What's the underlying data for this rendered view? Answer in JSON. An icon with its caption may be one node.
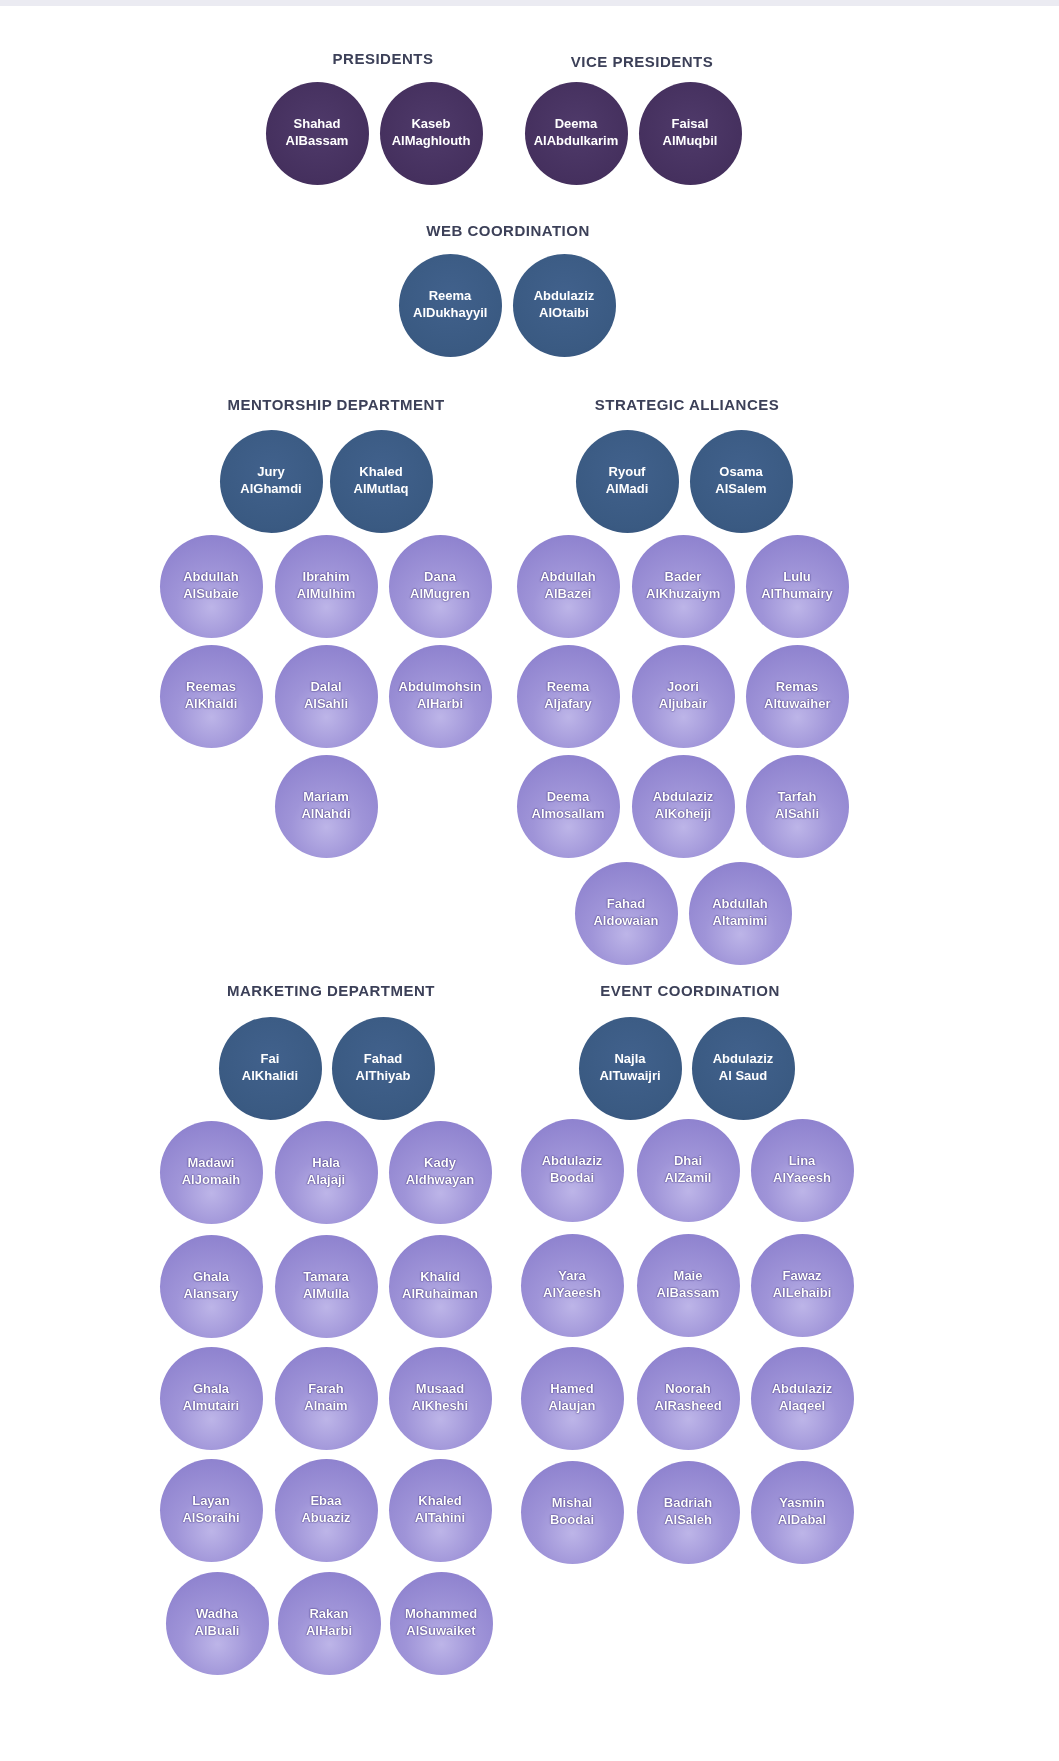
{
  "diagram": {
    "nodes": [
      {
        "text": [
          "Shahad AlBassam"
        ]
      },
      {
        "text": [
          "Kaseb AlMaghlouth"
        ]
      },
      {
        "text": [
          "Deema AlAbdulkarim"
        ]
      },
      {
        "text": [
          "Faisal AlMuqbil"
        ]
      },
      {
        "text": [
          "Reema AlDukhayyil"
        ]
      },
      {
        "text": [
          "Abdulaziz AlOtaibi"
        ]
      },
      {
        "text": [
          "Jury AlGhamdi"
        ]
      },
      {
        "text": [
          "Khaled AlMutlaq"
        ]
      },
      {
        "text": [
          "Ryouf AlMadi"
        ]
      },
      {
        "text": [
          "Osama AlSalem"
        ]
      },
      {
        "text": [
          "Abdullah AlSubaie"
        ]
      },
      {
        "text": [
          "Ibrahim AlMulhim"
        ]
      },
      {
        "text": [
          "Dana AlMugren"
        ]
      },
      {
        "text": [
          "Reemas AlKhaldi"
        ]
      },
      {
        "text": [
          "Dalal AlSahli"
        ]
      },
      {
        "text": [
          "Abdulmohsin AlHarbi"
        ]
      },
      {
        "text": [
          "Mariam AlNahdi"
        ]
      },
      {
        "text": [
          "Abdullah AlBazei"
        ]
      },
      {
        "text": [
          "Bader AlKhuzaiym"
        ]
      },
      {
        "text": [
          "Lulu AlThumairy"
        ]
      },
      {
        "text": [
          "Reema Aljafary"
        ]
      },
      {
        "text": [
          "Joori Aljubair"
        ]
      },
      {
        "text": [
          "Remas Altuwaiher"
        ]
      },
      {
        "text": [
          "Deema Almosallam"
        ]
      },
      {
        "text": [
          "Abdulaziz AlKoheiji"
        ]
      },
      {
        "text": [
          "Tarfah AlSahli"
        ]
      },
      {
        "text": [
          "Fahad Aldowaian"
        ]
      },
      {
        "text": [
          "Abdullah Altamimi"
        ]
      },
      {
        "text": [
          "Fai AlKhalidi"
        ]
      },
      {
        "text": [
          "Fahad AlThiyab"
        ]
      },
      {
        "text": [
          "Najla AlTuwaijri"
        ]
      },
      {
        "text": [
          "Abdulaziz Al Saud"
        ]
      },
      {
        "text": [
          "Madawi AlJomaih"
        ]
      },
      {
        "text": [
          "Hala Alajaji"
        ]
      },
      {
        "text": [
          "Kady Aldhwayan"
        ]
      },
      {
        "text": [
          "Ghala Alansary"
        ]
      },
      {
        "text": [
          "Tamara AlMulla"
        ]
      },
      {
        "text": [
          "Khalid AlRuhaiman"
        ]
      },
      {
        "text": [
          "Ghala Almutairi"
        ]
      },
      {
        "text": [
          "Farah Alnaim"
        ]
      },
      {
        "text": [
          "Musaad AlKheshi"
        ]
      },
      {
        "text": [
          "Layan AlSoraihi"
        ]
      },
      {
        "text": [
          "Ebaa Abuaziz"
        ]
      },
      {
        "text": [
          "Khaled AlTahini"
        ]
      },
      {
        "text": [
          "Wadha AlBuali"
        ]
      },
      {
        "text": [
          "Rakan AlHarbi"
        ]
      },
      {
        "text": [
          "Mohammed AlSuwaiket"
        ]
      },
      {
        "text": [
          "Abdulaziz Boodai"
        ]
      },
      {
        "text": [
          "Dhai AlZamil"
        ]
      },
      {
        "text": [
          "Lina AlYaeesh"
        ]
      },
      {
        "text": [
          "Yara AlYaeesh"
        ]
      },
      {
        "text": [
          "Maie AlBassam"
        ]
      },
      {
        "text": [
          "Fawaz AlLehaibi"
        ]
      },
      {
        "text": [
          "Hamed Alaujan"
        ]
      },
      {
        "text": [
          "Noorah AlRasheed"
        ]
      },
      {
        "text": [
          "Abdulaziz Alaqeel"
        ]
      },
      {
        "text": [
          "Mishal Boodai"
        ]
      },
      {
        "text": [
          "Badriah AlSaleh"
        ]
      },
      {
        "text": [
          "Yasmin AlDabal"
        ]
      }
    ],
    "labels": [
      "PRESIDENTS",
      "VICE PRESIDENTS",
      "WEB COORDINATION",
      "MENTORSHIP DEPARTMENT",
      "STRATEGIC ALLIANCES",
      "MARKETING DEPARTMENT",
      "EVENT COORDINATION"
    ]
  }
}
